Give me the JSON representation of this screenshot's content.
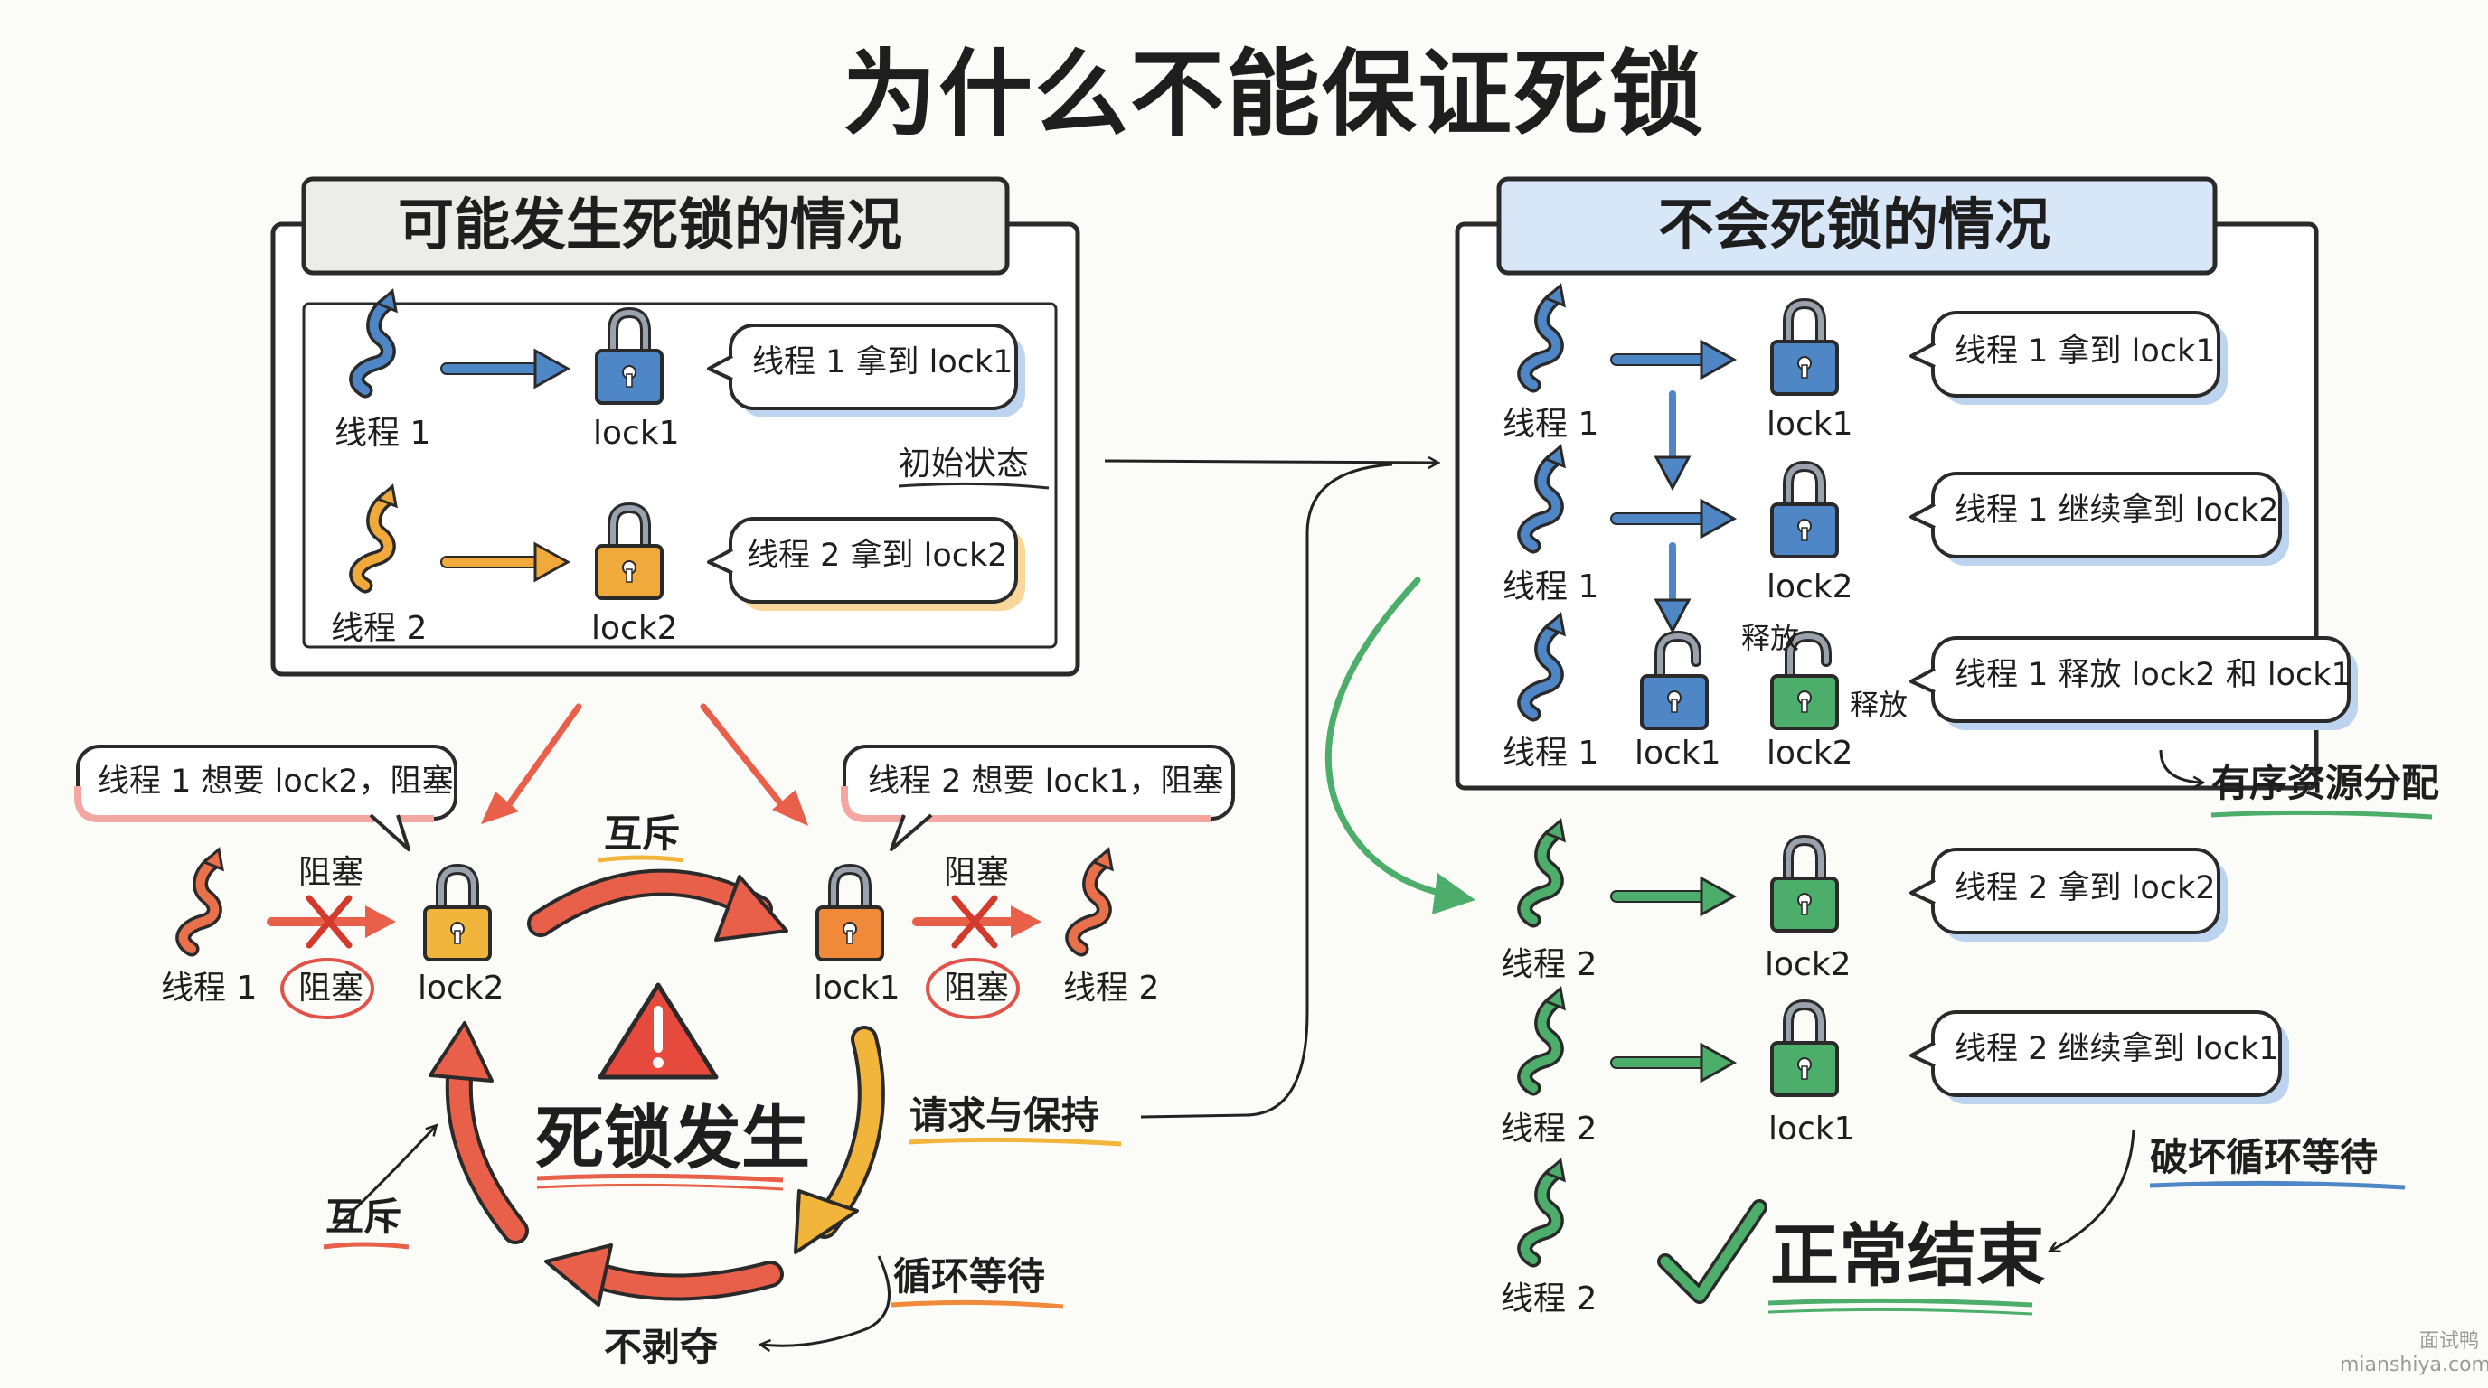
{
  "title": "为什么不能保证死锁",
  "left_panel": {
    "header": "可能发生死锁的情况",
    "initial_state_label": "初始状态",
    "rows": [
      {
        "thread": "线程 1",
        "lock": "lock1",
        "bubble": "线程 1 拿到 lock1",
        "color": "#4f86c6"
      },
      {
        "thread": "线程 2",
        "lock": "lock2",
        "bubble": "线程 2 拿到 lock2",
        "color": "#f0a93b"
      }
    ]
  },
  "deadlock": {
    "bubble_left": "线程 1 想要 lock2，阻塞",
    "bubble_right": "线程 2 想要 lock1，阻塞",
    "left": {
      "thread": "线程 1",
      "blocked_top": "阻塞",
      "blocked_circle": "阻塞",
      "lock": "lock2"
    },
    "right": {
      "lock": "lock1",
      "blocked_top": "阻塞",
      "blocked_circle": "阻塞",
      "thread": "线程 2"
    },
    "mutex_top": "互斥",
    "center": "死锁发生",
    "conditions": {
      "hold_and_wait": "请求与保持",
      "circular_wait": "循环等待",
      "no_preemption": "不剥夺",
      "mutex": "互斥"
    },
    "colors": {
      "red": "#e8604a",
      "orange": "#f08a3a",
      "yellow": "#f2b53b"
    }
  },
  "right_panel": {
    "header": "不会死锁的情况",
    "ordered_label": "有序资源分配",
    "break_label": "破坏循环等待",
    "end_label": "正常结束",
    "rows": [
      {
        "thread": "线程 1",
        "lock": "lock1",
        "bubble": "线程 1 拿到 lock1"
      },
      {
        "thread": "线程 1",
        "lock": "lock2",
        "bubble": "线程 1 继续拿到 lock2"
      },
      {
        "thread": "线程 1",
        "bubble": "线程 1 释放 lock2 和 lock1",
        "release_locks": [
          "lock1",
          "lock2"
        ],
        "release_label_a": "释放",
        "release_label_b": "释放"
      }
    ],
    "rows2": [
      {
        "thread": "线程 2",
        "lock": "lock2",
        "bubble": "线程 2 拿到 lock2"
      },
      {
        "thread": "线程 2",
        "lock": "lock1",
        "bubble": "线程 2 继续拿到 lock1"
      },
      {
        "thread": "线程 2"
      }
    ],
    "colors": {
      "blue": "#4f86c6",
      "green": "#4cae6a"
    }
  },
  "watermark": {
    "line1": "面试鸭",
    "line2": "mianshiya.com"
  }
}
